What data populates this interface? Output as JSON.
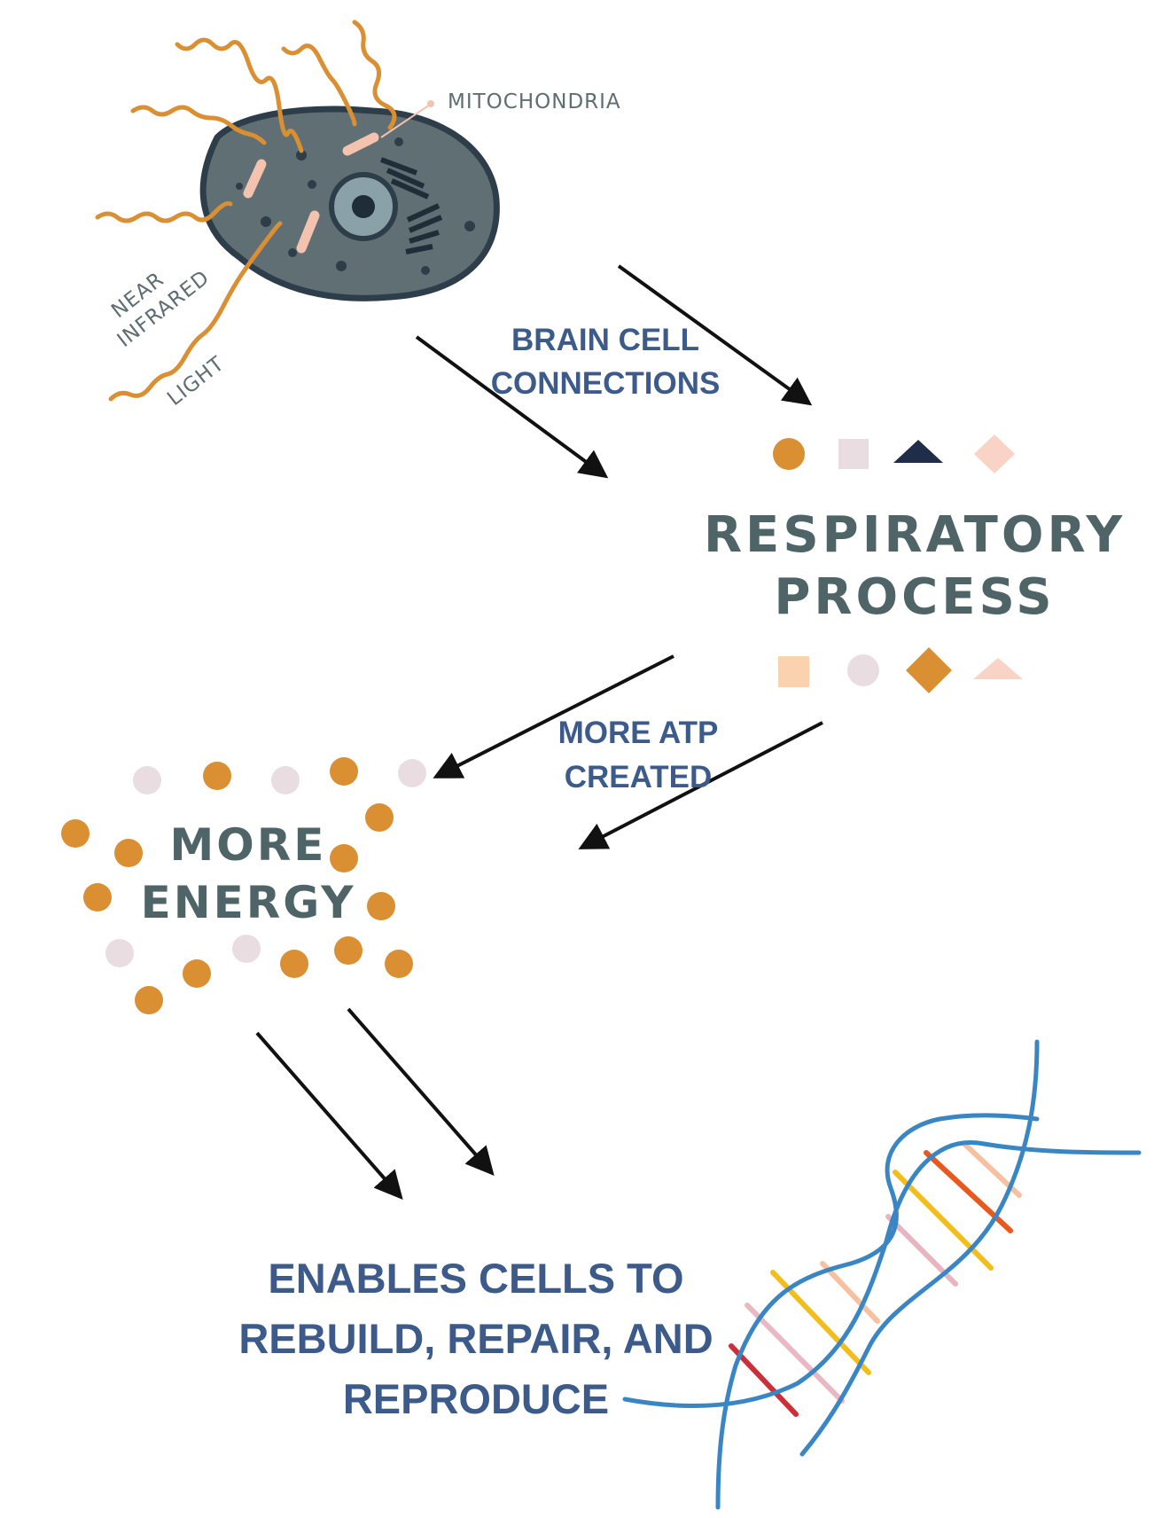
{
  "cell": {
    "mitochondria_label": "MITOCHONDRIA",
    "light_label_line1": "NEAR",
    "light_label_line2": "INFRARED",
    "light_label_line3": "LIGHT"
  },
  "flow": {
    "brain_line1": "BRAIN CELL",
    "brain_line2": "CONNECTIONS",
    "atp_line1": "MORE ATP",
    "atp_line2": "CREATED",
    "final_line1": "ENABLES CELLS TO",
    "final_line2": "REBUILD, REPAIR, AND",
    "final_line3": "REPRODUCE"
  },
  "respiratory": {
    "line1": "RESPIRATORY",
    "line2": "PROCESS"
  },
  "energy": {
    "line1": "MORE",
    "line2": "ENERGY"
  },
  "colors": {
    "cell_body": "#5f6f73",
    "cell_outline": "#2d3e4a",
    "wave": "#d98f32",
    "mito": "#f4c3b0",
    "label_blue": "#3c5a8a",
    "title_gray": "#4f6466",
    "dot_orange": "#d98f32",
    "dot_pink": "#eadde2",
    "dna_strand": "#3a86c4",
    "arrow": "#111111"
  },
  "icons": [
    "cell-icon",
    "nucleus-icon",
    "mitochondria-icon",
    "light-wave-icon",
    "dna-helix-icon",
    "arrow-icon"
  ]
}
